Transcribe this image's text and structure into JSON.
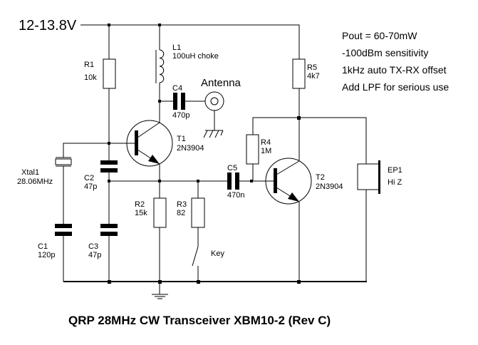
{
  "title": "QRP 28MHz CW Transceiver XBM10-2 (Rev C)",
  "supply_label": "12-13.8V",
  "antenna_label": "Antenna",
  "notes": [
    "Pout = 60-70mW",
    "-100dBm sensitivity",
    "1kHz auto TX-RX offset",
    "Add LPF for serious use"
  ],
  "components": {
    "R1": {
      "ref": "R1",
      "value": "10k"
    },
    "R2": {
      "ref": "R2",
      "value": "15k"
    },
    "R3": {
      "ref": "R3",
      "value": "82"
    },
    "R4": {
      "ref": "R4",
      "value": "1M"
    },
    "R5": {
      "ref": "R5",
      "value": "4k7"
    },
    "L1": {
      "ref": "L1",
      "value": "100uH choke"
    },
    "C1": {
      "ref": "C1",
      "value": "120p"
    },
    "C2": {
      "ref": "C2",
      "value": "47p"
    },
    "C3": {
      "ref": "C3",
      "value": "47p"
    },
    "C4": {
      "ref": "C4",
      "value": "470p"
    },
    "C5": {
      "ref": "C5",
      "value": "470n"
    },
    "T1": {
      "ref": "T1",
      "value": "2N3904"
    },
    "T2": {
      "ref": "T2",
      "value": "2N3904"
    },
    "Xtal1": {
      "ref": "Xtal1",
      "value": "28.06MHz"
    },
    "EP1": {
      "ref": "EP1",
      "value": "Hi Z"
    },
    "Key": {
      "ref": "Key"
    }
  }
}
